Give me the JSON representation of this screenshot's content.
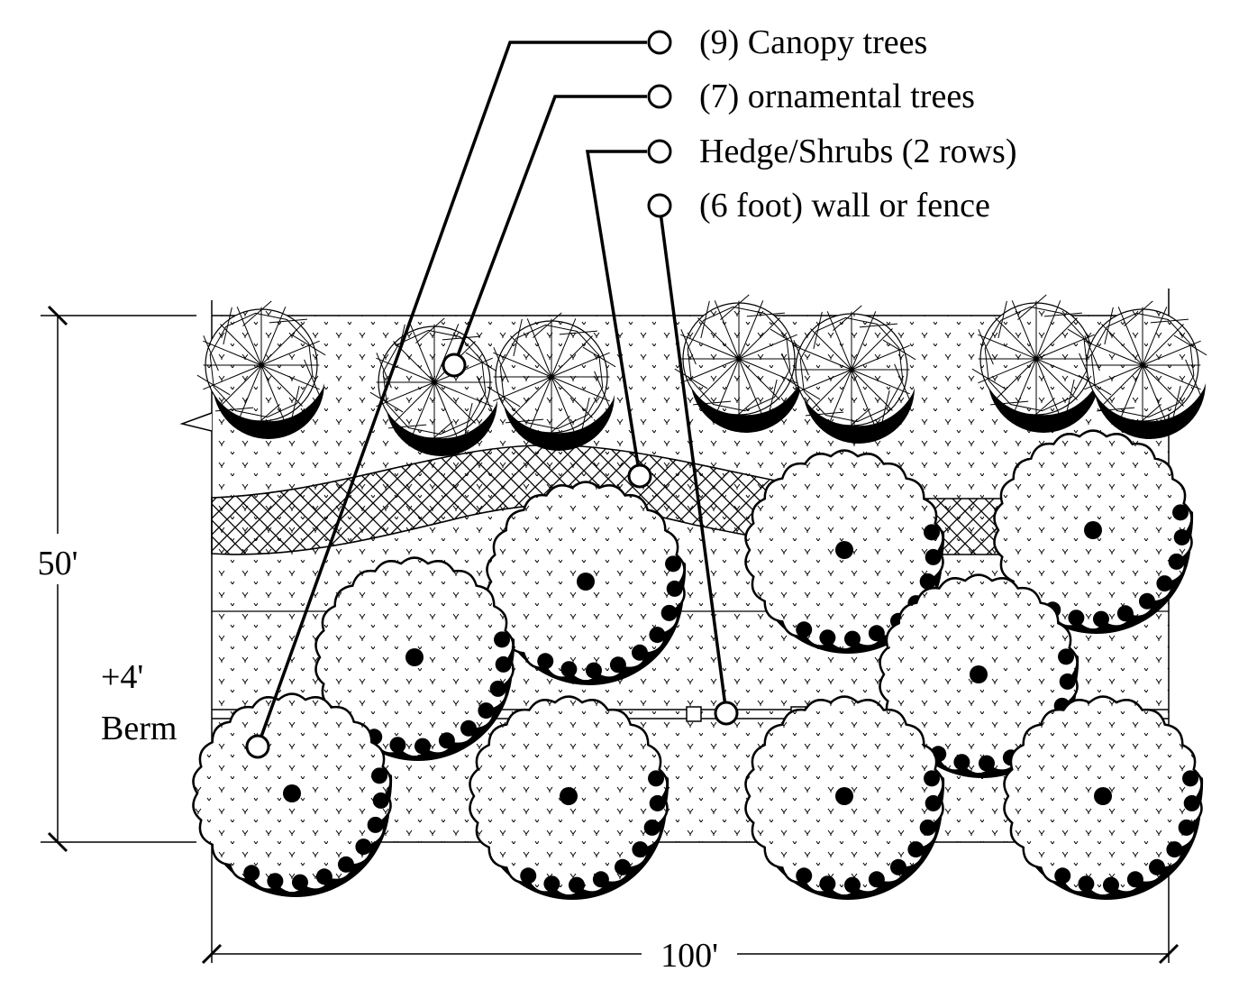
{
  "legend": {
    "canopy": "(9) Canopy trees",
    "ornamental": "(7) ornamental trees",
    "hedge": "Hedge/Shrubs (2 rows)",
    "wall": "(6 foot) wall or fence"
  },
  "dimensions": {
    "depth": "50'",
    "width": "100'"
  },
  "berm": {
    "height": "+4'",
    "label": "Berm"
  },
  "colors": {
    "ink": "#000000",
    "paper": "#ffffff"
  }
}
